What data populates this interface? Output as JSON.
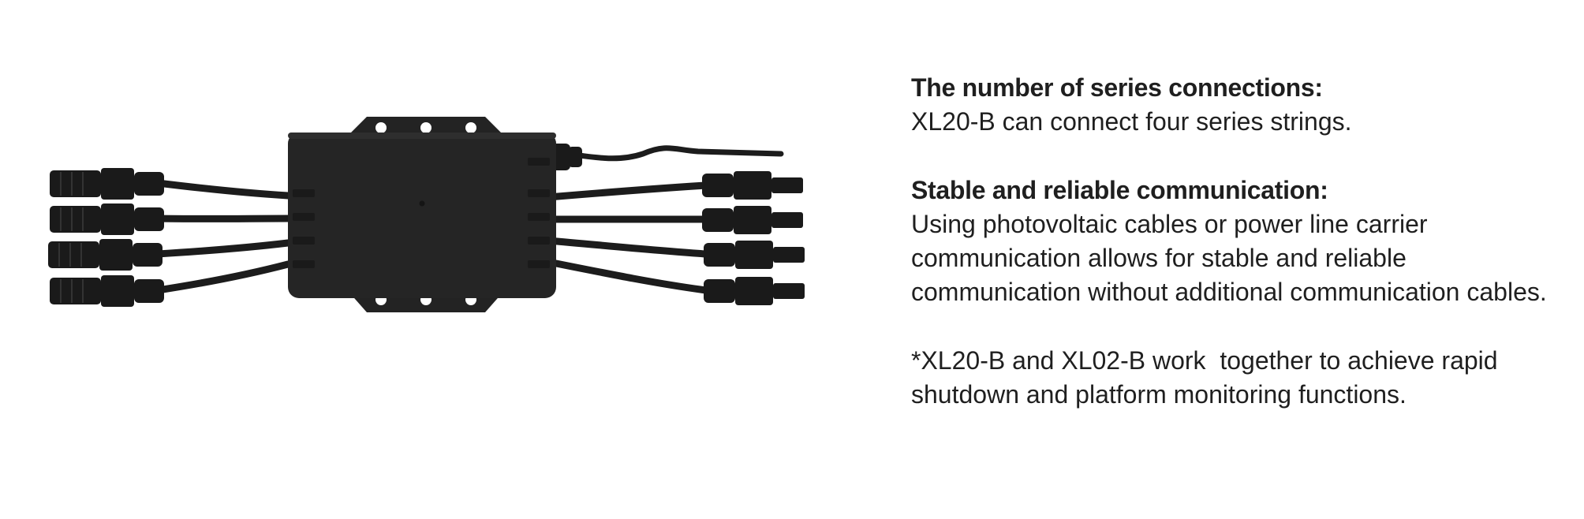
{
  "product": {
    "image_description_icon": "junction-box-with-cables-icon"
  },
  "sections": [
    {
      "heading": "The number of series connections:",
      "body": "XL20-B can connect four series strings."
    },
    {
      "heading": "Stable and reliable communication:",
      "body": "Using photovoltaic cables or power line carrier communication allows for stable and reliable communication without additional communication cables."
    }
  ],
  "note": "*XL20-B and XL02-B work  together to achieve rapid shutdown and platform monitoring functions.",
  "colors": {
    "device": "#252525",
    "cable": "#1c1c1c",
    "text": "#1f1f1f",
    "background": "#ffffff"
  }
}
